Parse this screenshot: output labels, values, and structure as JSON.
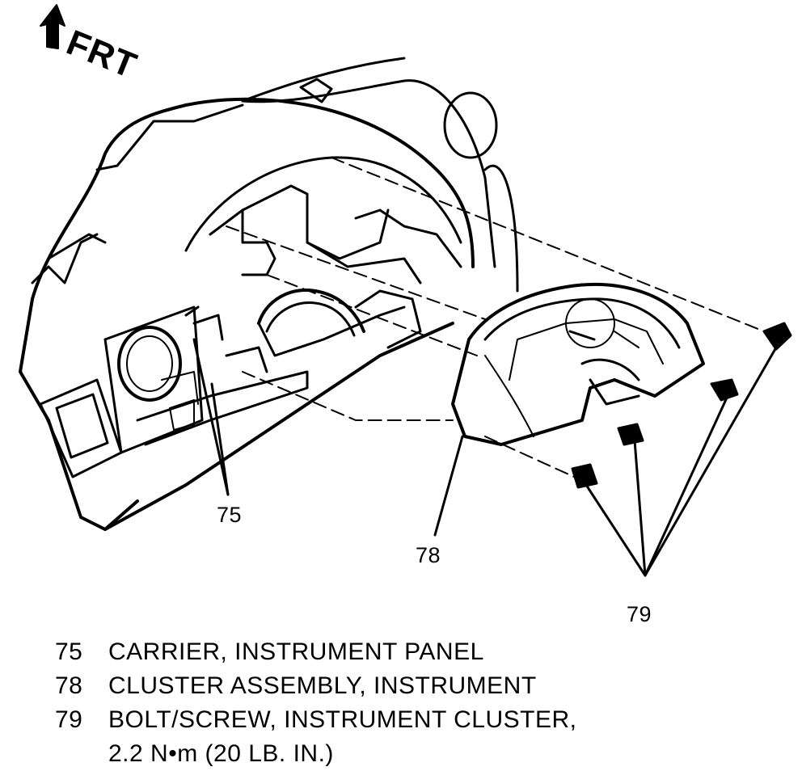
{
  "orientation": {
    "label": "FRT"
  },
  "callouts": {
    "c75": "75",
    "c78": "78",
    "c79": "79"
  },
  "legend": [
    {
      "number": "75",
      "text": "CARRIER, INSTRUMENT PANEL"
    },
    {
      "number": "78",
      "text": "CLUSTER ASSEMBLY, INSTRUMENT"
    },
    {
      "number": "79",
      "text": "BOLT/SCREW, INSTRUMENT CLUSTER,",
      "continuation": "2.2 N•m (20 LB. IN.)"
    }
  ]
}
